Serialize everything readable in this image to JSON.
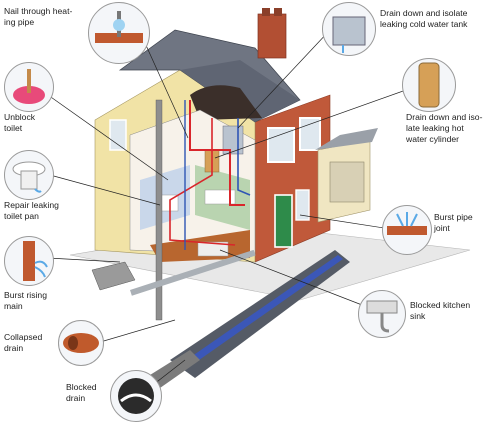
{
  "labels": {
    "nail_heating_pipe": "Nail through heat-\ning pipe",
    "unblock_toilet": "Unblock\ntoilet",
    "repair_toilet_pan": "Repair leaking\ntoilet pan",
    "burst_rising_main": "Burst rising\nmain",
    "collapsed_drain": "Collapsed\ndrain",
    "blocked_drain": "Blocked\ndrain",
    "drain_cold_tank": "Drain down and isolate\nleaking cold water tank",
    "drain_hot_cylinder": "Drain down and iso-\nlate leaking hot\nwater cylinder",
    "burst_pipe_joint": "Burst pipe\njoint",
    "blocked_kitchen_sink": "Blocked kitchen\nsink"
  },
  "colors": {
    "roof": "#6f7582",
    "brick": "#c0593a",
    "render": "#f1e3a6",
    "hot_pipe": "#d9262b",
    "cold_pipe": "#2f55b5",
    "door": "#2e8b4a",
    "ground": "#c9c9c9"
  }
}
